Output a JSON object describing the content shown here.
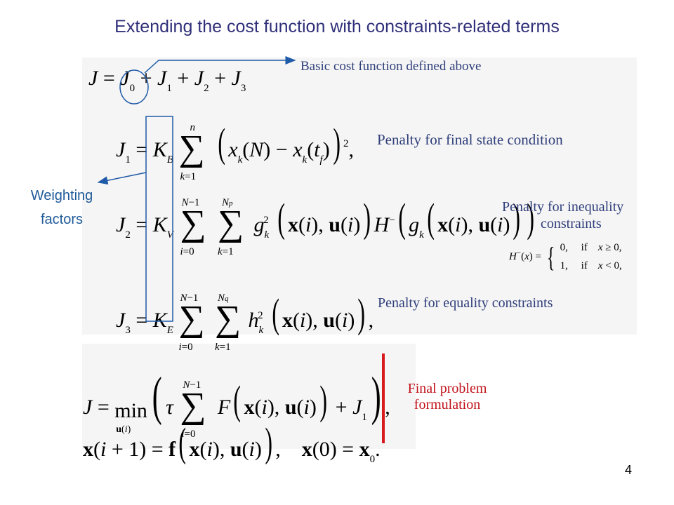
{
  "slide": {
    "title": "Extending the cost function with constraints-related terms",
    "page_number": "4"
  },
  "annotations": {
    "basic_cost": "Basic cost function defined above",
    "weighting_line1": "Weighting",
    "weighting_line2": "factors",
    "final_state": "Penalty for final state condition",
    "inequality_line1": "Penalty for inequality",
    "inequality_line2": "constraints",
    "equality": "Penalty for equality constraints",
    "final_problem_line1": "Final problem",
    "final_problem_line2": "formulation"
  },
  "colors": {
    "title": "#30307a",
    "arrow": "#1f5aa8",
    "emphasis": "#c0121a"
  }
}
